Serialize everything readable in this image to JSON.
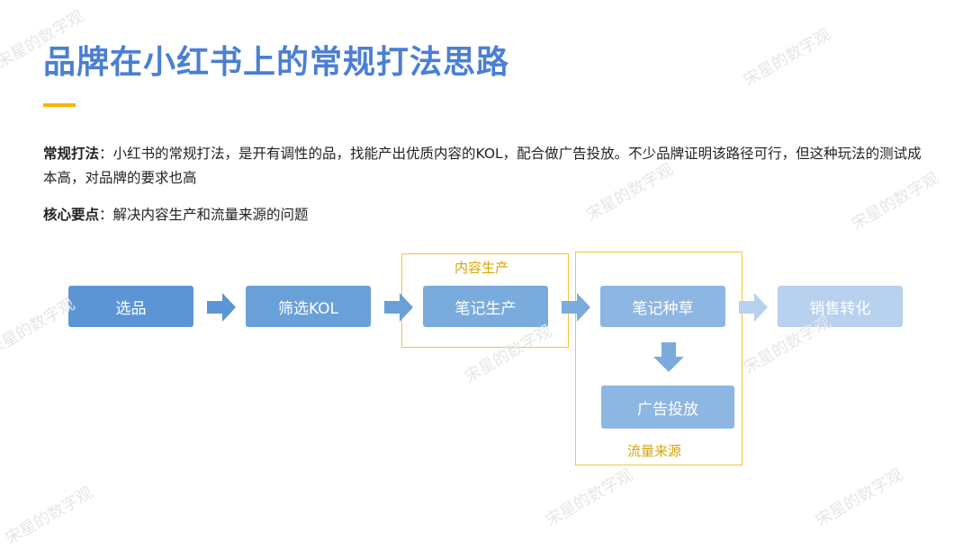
{
  "title": "品牌在小红书上的常规打法思路",
  "paragraph1": {
    "label": "常规打法",
    "text": "：小红书的常规打法，是开有调性的品，找能产出优质内容的KOL，配合做广告投放。不少品牌证明该路径可行，但这种玩法的测试成本高，对品牌的要求也高"
  },
  "paragraph2": {
    "label": "核心要点",
    "text": "：解决内容生产和流量来源的问题"
  },
  "diagram": {
    "steps": [
      "选品",
      "筛选KOL",
      "笔记生产",
      "笔记种草",
      "销售转化"
    ],
    "sub_step": "广告投放",
    "frame_content_label": "内容生产",
    "frame_traffic_label": "流量来源"
  },
  "colors": {
    "title": "#4a7fd4",
    "accent_bar": "#f4b400",
    "frame": "#f2c536",
    "frame_label": "#d9a400",
    "step_1": "#5b95d5",
    "step_2": "#6aa0d9",
    "step_3": "#7aabdd",
    "step_4": "#8db7e2",
    "step_5": "#b7d1ee"
  },
  "watermark": "宋星的数字观"
}
